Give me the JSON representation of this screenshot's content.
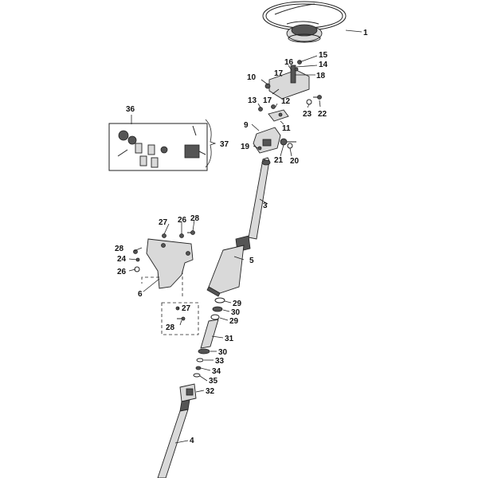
{
  "callouts": {
    "c1": "1",
    "c3": "3",
    "c4": "4",
    "c5": "5",
    "c6": "6",
    "c9": "9",
    "c10": "10",
    "c11": "11",
    "c12": "12",
    "c13": "13",
    "c14": "14",
    "c15": "15",
    "c16": "16",
    "c17a": "17",
    "c17b": "17",
    "c18": "18",
    "c19": "19",
    "c20": "20",
    "c21": "21",
    "c22": "22",
    "c23": "23",
    "c24": "24",
    "c26a": "26",
    "c26b": "26",
    "c27a": "27",
    "c27b": "27",
    "c28a": "28",
    "c28b": "28",
    "c28c": "28",
    "c29a": "29",
    "c29b": "29",
    "c30a": "30",
    "c30b": "30",
    "c31": "31",
    "c32": "32",
    "c33": "33",
    "c34": "34",
    "c35": "35",
    "c36": "36",
    "c37": "37"
  }
}
